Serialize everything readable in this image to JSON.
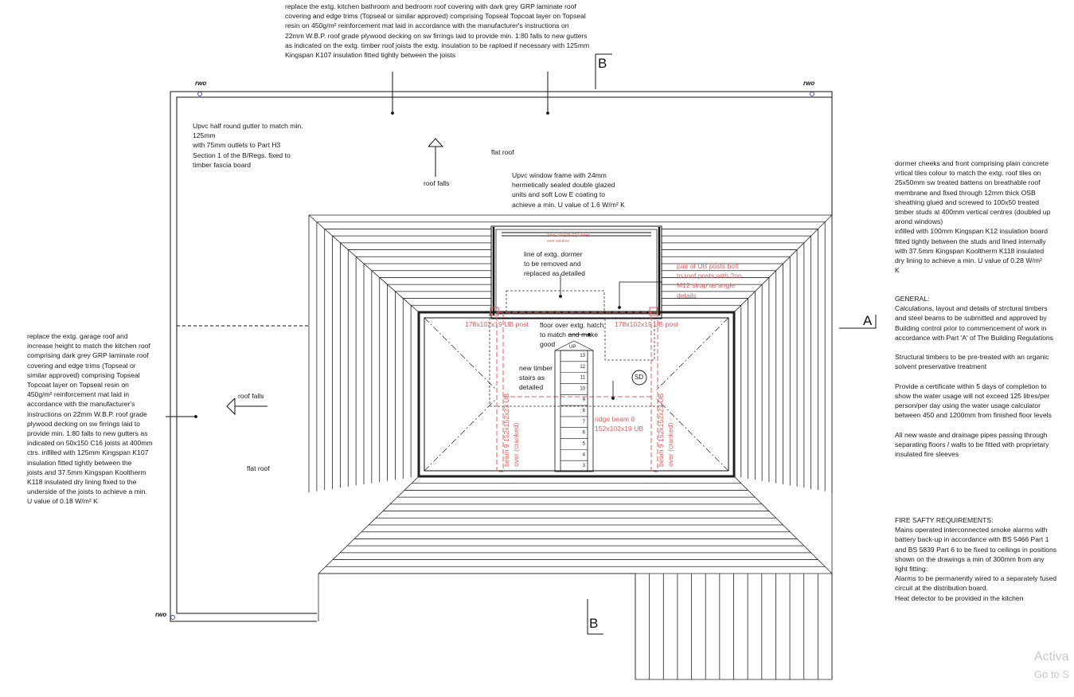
{
  "notes": {
    "top_roof": "replace the extg. kitchen bathroom and bedroom roof covering with dark grey GRP laminate roof\ncovering and edge trims (Topseal or similar approved) comprising Topseal Topcoat layer on Topseal\nresin on 450g/m²  reinforcement mat laid in accordance with the manufacturer's instructions on\n22mm W.B.P. roof grade plywood decking on sw firrings laid to provide min. 1:80 falls to new gutters\nas indicated on the extg. timber roof joists the extg. insulation to be raploed if necessary with 125mm\nKingspan K107 insulation fitted tightly between the joists",
    "gutter": "Upvc half round gutter to match min.\n125mm\nwith 75mm outlets to  Part H3\nSection 1 of the B/Regs. fixed to\ntimber fascia board",
    "window": "Upvc window frame with 24mm\nhermetically sealed double glazed\nunits and soft Low E coating to\nachieve a min. U value of 1.6 W/m² K",
    "dormer_cheeks": "dormer cheeks and front comprising plain concrete\nvrtical tiles colour to match the extg. roof tiles on\n25x50mm sw treated battens on breathable roof\nmembrane and fixed through 12mm thick OSB\nsheathing glued and screwed to 100x50 treated\ntimber studs at 400mm vertical centres (doubled up\narond windows)\ninfilled with 100mm Kingspan K12 insulation board\nfitted tightly between the studs and lined internally\nwith 37.5mm Kingspan Kooltherm K118 insulated\ndry lining to achieve a min. U value of 0.28 W/m²\nK",
    "general": "GENERAL:\nCalculations, layout and details of strctural timbers\nand steel beams to be submitted and approved by\nBuilding control prior to commencement of work in\naccordance with Part 'A' of The Building Regulations\n\nStructural timbers to be pre-treated with an organic\nsolvent preservative treatment\n\nProvide a certificate within 5 days of completion to\nshow the water usage will not exceed 125 litres/per\nperson/per day using the water usage calculator\nbetween 450 and 1200mm from finished floor levels\n\nAll new waste and drainage pipes passing through\nseparating floors / walls to be fitted with proprietary\ninsulated fire sleeves",
    "fire_safety": "FIRE SAFTY REQUIREMENTS:\nMains operated interconnected smoke alarms with\nbattery back-up in accordance with BS 5466 Part 1\nand BS 5839 Part 6 to be fixed to ceilings in positions\nshown on the drawings a min of 300mm from any\nlight fitting:\nAlarms to be permanently wired to a separately fused\ncircuit at the distribution board.\nHeat detector to be provided in the kitchen",
    "garage_roof": "replace the extg. garage roof and\nincrease height to match the kitchen roof\ncomprising dark grey GRP laminate roof\ncovering and edge trims (Topseal or\nsimilar approved) comprising Topseal\nTopcoat layer on Topseal resin on\n450g/m²  reinforcement mat laid in\naccordance with the manufacturer's\ninstructions on 22mm W.B.P. roof grade\nplywood decking on sw firrings laid to\nprovide min. 1:80 falls to new gutters as\nindicated on 50x150 C16 joists at 400mm\nctrs. infilled with 125mm Kingspan K107\ninsulation fitted tightly between the\njoists and 37.5mm Kingspan Kooltherm\nK118 insulated dry lining fixed to the\nunderside of the joists to achieve a min.\nU value of 0.18 W/m² K"
  },
  "labels": {
    "flat_roof_top": "flat roof",
    "flat_roof_left": "flat roof",
    "roof_falls_top": "roof falls",
    "roof_falls_left": "roof falls",
    "line_of_dormer": "line of extg. dormer\nto be removed and\nreplaced as detailed",
    "floor_hatch": "floor over extg. hatch\nto match and make\ngood",
    "new_stairs": "new timber\nstairs as\ndetailed",
    "smoke_detector": "SD",
    "lintels": "2 No. 47x175 C24 lintels\nover window",
    "post_left": "178x102x19 UB post",
    "post_right": "178x102x19 UB post",
    "ridge_beam": "ridge beam 8\n152x102x19 UB",
    "beam_left": "beam 9 152x152x23 UB\nover (cranked)",
    "beam_right": "beam 9 152x152x23 UB\nover (cranked)",
    "bolt_note": "pair of UB posts bolt\nto roof posts with 2no\nM12 strap as angle\ndetails",
    "stair_up": "UP",
    "stair_steps": [
      "13",
      "12",
      "11",
      "10",
      "9",
      "8",
      "7",
      "6",
      "5",
      "4",
      "3"
    ]
  },
  "sections": {
    "b_top": "B",
    "b_bottom": "B",
    "a_right": "A"
  },
  "rwo": {
    "top_left": "rwo",
    "top_right": "rwo",
    "bottom_left": "rwo"
  },
  "watermark": {
    "line1": "Activa",
    "line2": "Go to S"
  },
  "colors": {
    "line": "#111111",
    "steel": "#e06060",
    "text": "#1a1a1a"
  }
}
